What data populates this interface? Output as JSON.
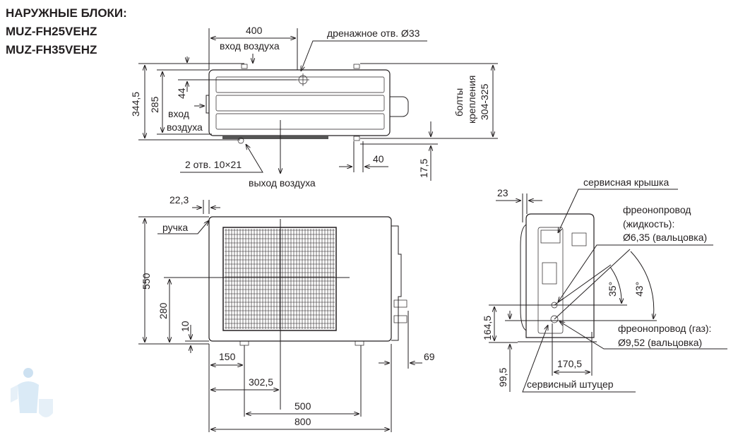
{
  "title": {
    "line1": "НАРУЖНЫЕ БЛОКИ:",
    "line2": "MUZ-FH25VEHZ",
    "line3": "MUZ-FH35VEHZ"
  },
  "top_view": {
    "dim_width": "400",
    "air_inlet_top": "вход воздуха",
    "drain_hole": "дренажное  отв. Ø33",
    "dim_total_depth": "344,5",
    "dim_depth": "285",
    "dim_44": "44",
    "air_inlet_side_1": "вход",
    "air_inlet_side_2": "воздуха",
    "bolts_1": "болты",
    "bolts_2": "крепления",
    "bolts_3": "304-325",
    "holes": "2 отв. 10×21",
    "dim_40": "40",
    "dim_17_5": "17,5",
    "air_outlet": "выход воздуха"
  },
  "front_view": {
    "dim_22_3": "22,3",
    "handle": "ручка",
    "dim_height": "550",
    "dim_280": "280",
    "dim_10": "10",
    "dim_150": "150",
    "dim_302_5": "302,5",
    "dim_500": "500",
    "dim_800": "800",
    "dim_69": "69"
  },
  "side_view": {
    "dim_23": "23",
    "service_cover": "сервисная крышка",
    "liquid_1": "фреонопровод",
    "liquid_2": "(жидкость):",
    "liquid_3": "Ø6,35 (вальцовка)",
    "angle_35": "35°",
    "angle_43": "43°",
    "dim_164_5": "164,5",
    "gas_1": "фреонопровод (газ):",
    "gas_2": "Ø9,52 (вальцовка)",
    "dim_99_5": "99,5",
    "dim_170_5": "170,5",
    "service_port": "сервисный штуцер"
  }
}
